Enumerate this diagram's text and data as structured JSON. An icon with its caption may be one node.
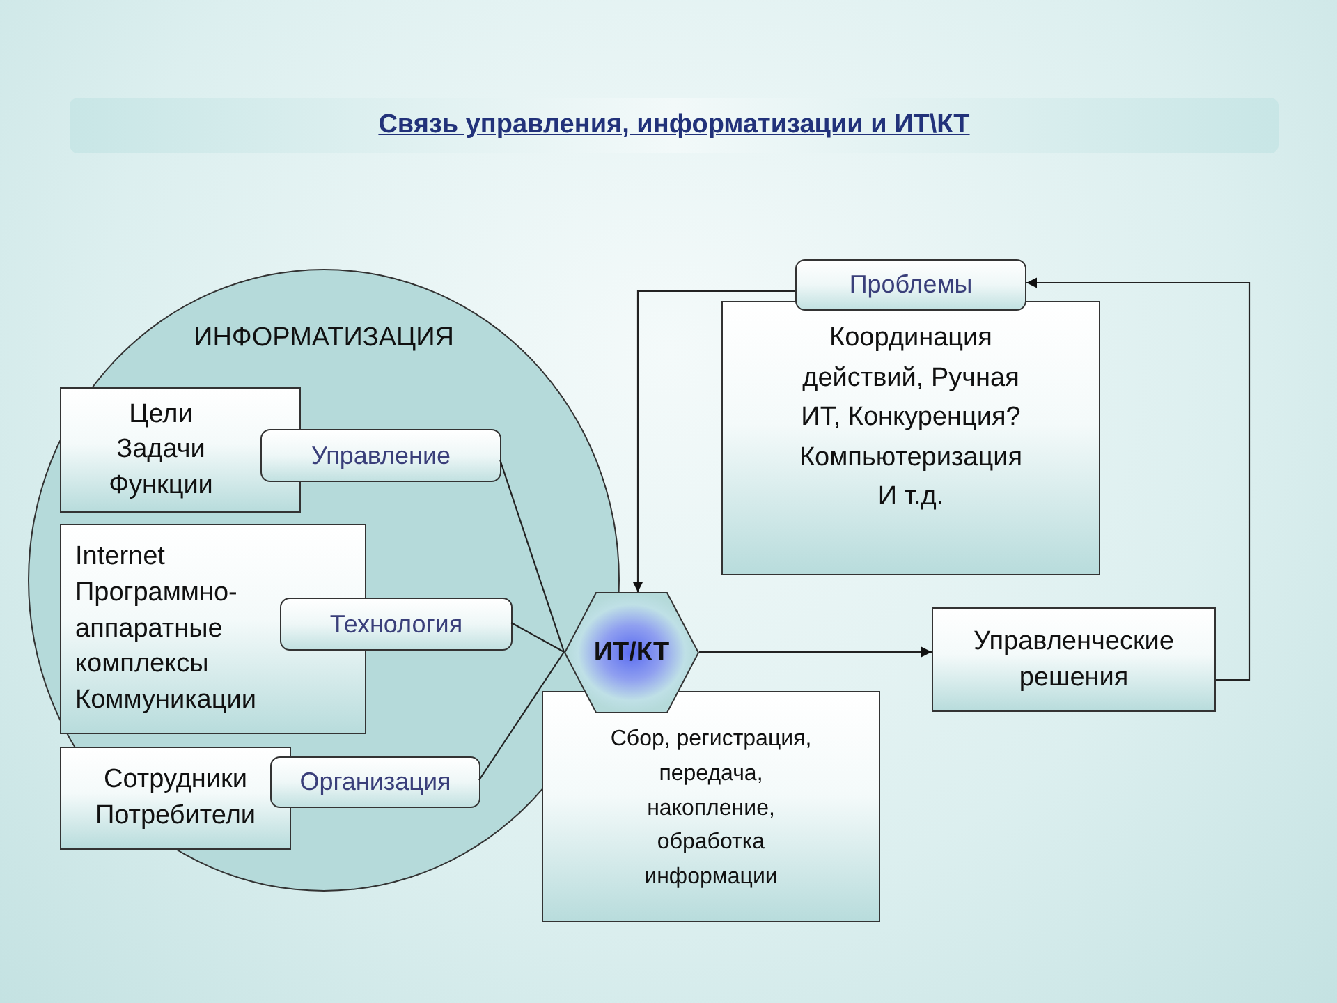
{
  "diagram": {
    "title": "Связь управления, информатизации и ИТ\\КТ",
    "nodes": [
      {
        "text": [
          "ИНФОРМАТИЗАЦИЯ"
        ]
      },
      {
        "text": [
          "Цели",
          "Задачи",
          "Функции"
        ],
        "in": 0
      },
      {
        "text": [
          "Управление"
        ],
        "in": 0
      },
      {
        "text": [
          "Internet",
          "Программно-аппаратные комплексы",
          "Коммуникации"
        ],
        "in": 0
      },
      {
        "text": [
          "Технология"
        ],
        "in": 0
      },
      {
        "text": [
          "Сотрудники",
          "Потребители"
        ],
        "in": 0
      },
      {
        "text": [
          "Организация"
        ],
        "in": 0
      },
      {
        "text": [
          "ИТ/КТ"
        ]
      },
      {
        "text": [
          "Сбор, регистрация, передача, накопление, обработка информации"
        ]
      },
      {
        "text": [
          "Проблемы"
        ]
      },
      {
        "text": [
          "Координация действий, Ручная ИТ, Конкуренция? Компьютеризация И т.д."
        ]
      },
      {
        "text": [
          "Управленческие решения"
        ]
      }
    ],
    "edges": [
      {
        "from": 2,
        "to": 7,
        "arrow": "none"
      },
      {
        "from": 4,
        "to": 7,
        "arrow": "none"
      },
      {
        "from": 6,
        "to": 7,
        "arrow": "none"
      },
      {
        "from": 7,
        "to": 11,
        "arrow": "to"
      },
      {
        "from": 11,
        "to": 9,
        "arrow": "to"
      },
      {
        "from": 9,
        "to": 7,
        "arrow": "to"
      }
    ]
  }
}
